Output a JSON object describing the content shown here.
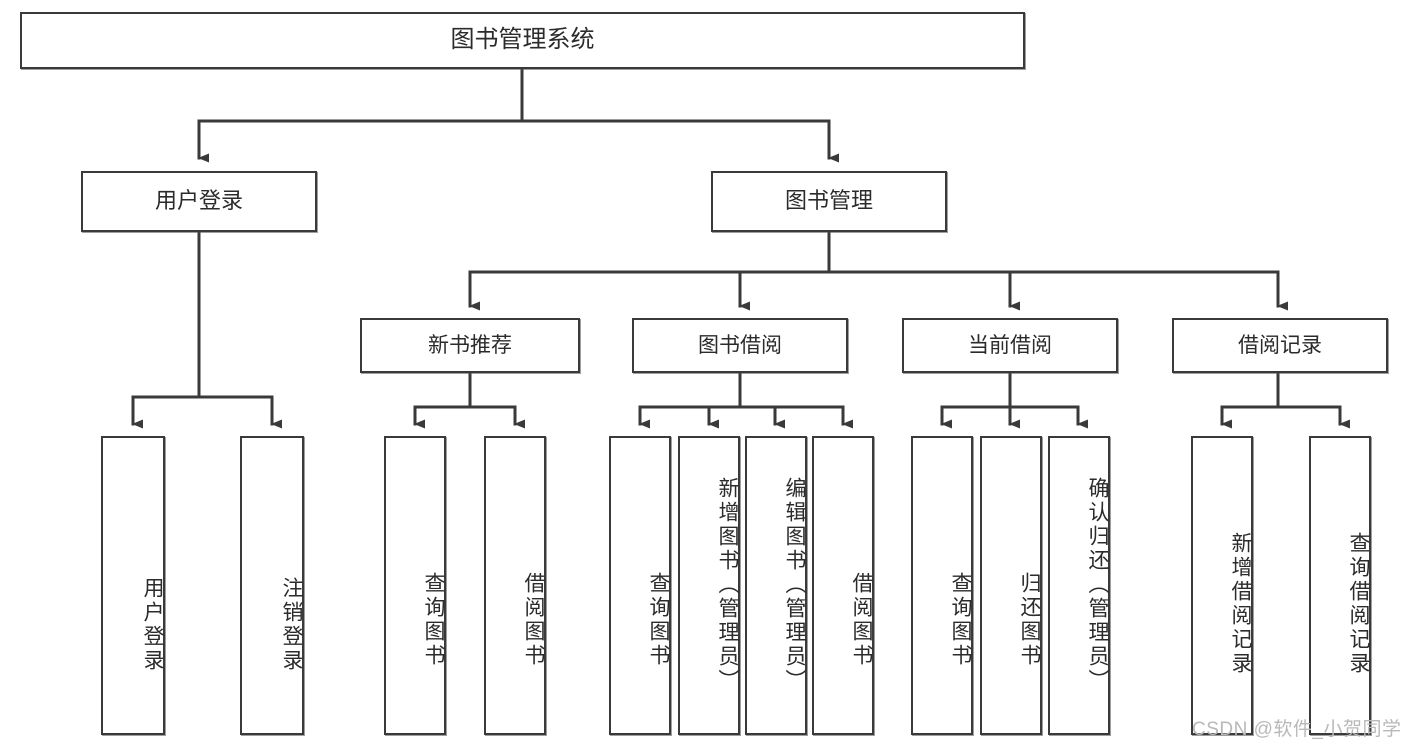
{
  "diagram": {
    "title": "图书管理系统",
    "watermark": "CSDN @软件_小贺同学",
    "colors": {
      "stroke": "#3a3a3a",
      "box_fill": "#ffffff",
      "text": "#2b2b2b",
      "watermark": "#b9b9b9",
      "background": "#ffffff"
    },
    "nodes": {
      "root": {
        "label": "图书管理系统"
      },
      "level2": [
        {
          "id": "user-login",
          "label": "用户登录"
        },
        {
          "id": "book-management",
          "label": "图书管理"
        }
      ],
      "level3": [
        {
          "id": "new-book-recommend",
          "label": "新书推荐"
        },
        {
          "id": "book-borrow",
          "label": "图书借阅"
        },
        {
          "id": "current-borrow",
          "label": "当前借阅"
        },
        {
          "id": "borrow-record",
          "label": "借阅记录"
        }
      ],
      "leaves": {
        "user-login": [
          {
            "id": "leaf-user-login",
            "label": "用户登录"
          },
          {
            "id": "leaf-logout-login",
            "label": "注销登录"
          }
        ],
        "new-book-recommend": [
          {
            "id": "leaf-query-book-1",
            "label": "查询图书"
          },
          {
            "id": "leaf-borrow-book-1",
            "label": "借阅图书"
          }
        ],
        "book-borrow": [
          {
            "id": "leaf-query-book-2",
            "label": "查询图书"
          },
          {
            "id": "leaf-add-book",
            "label": "新增图书（管理员）"
          },
          {
            "id": "leaf-edit-book",
            "label": "编辑图书（管理员）"
          },
          {
            "id": "leaf-borrow-book-2",
            "label": "借阅图书"
          }
        ],
        "current-borrow": [
          {
            "id": "leaf-query-book-3",
            "label": "查询图书"
          },
          {
            "id": "leaf-return-book",
            "label": "归还图书"
          },
          {
            "id": "leaf-confirm-return",
            "label": "确认归还（管理员）"
          }
        ],
        "borrow-record": [
          {
            "id": "leaf-add-borrow-record",
            "label": "新增借阅记录"
          },
          {
            "id": "leaf-query-borrow-record",
            "label": "查询借阅记录"
          }
        ]
      }
    }
  }
}
